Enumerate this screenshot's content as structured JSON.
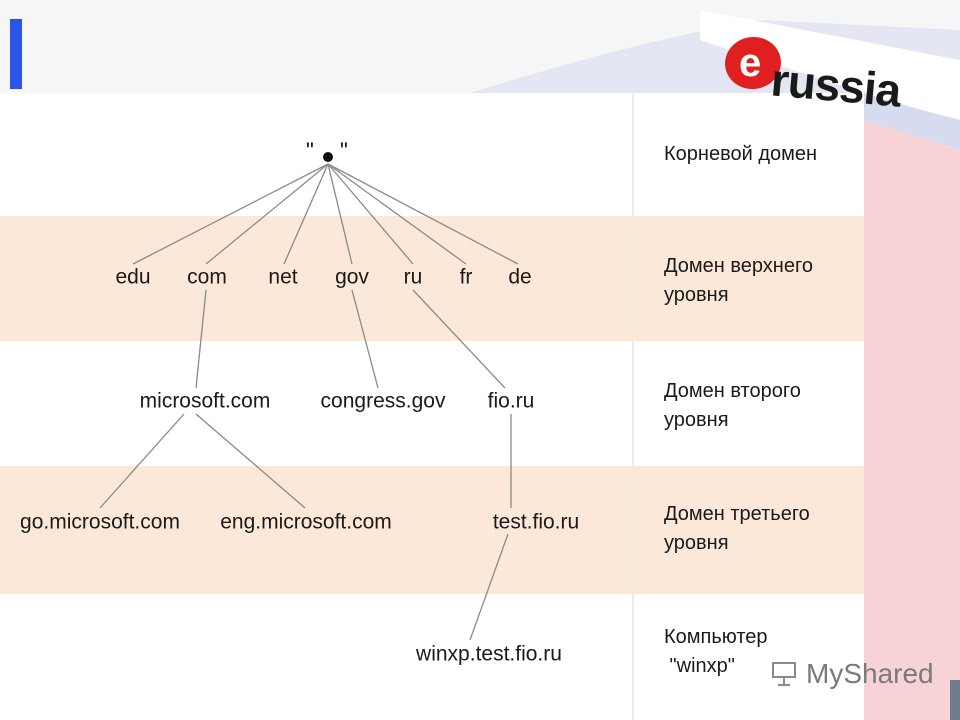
{
  "root": {
    "label": "\" . \""
  },
  "levels": [
    {
      "id": "root",
      "label": "Корневой домен"
    },
    {
      "id": "tld",
      "label": "Домен верхнего\nуровня"
    },
    {
      "id": "second",
      "label": "Домен второго\nуровня"
    },
    {
      "id": "third",
      "label": "Домен третьего\nуровня"
    },
    {
      "id": "computer",
      "label": "Компьютер\n \"winxp\""
    }
  ],
  "nodes": {
    "edu": "edu",
    "com": "com",
    "net": "net",
    "gov": "gov",
    "ru": "ru",
    "fr": "fr",
    "de": "de",
    "microsoft": "microsoft.com",
    "congress": "congress.gov",
    "fio": "fio.ru",
    "go_ms": "go.microsoft.com",
    "eng_ms": "eng.microsoft.com",
    "test_fio": "test.fio.ru",
    "winxp": "winxp.test.fio.ru"
  },
  "branding": {
    "logo_text": "russia",
    "logo_letter": "e",
    "watermark": "MyShared"
  },
  "colors": {
    "band_peach": "#fbe8d8",
    "accent_blue": "#2a54e8",
    "logo_red": "#e02020",
    "lines": "#8a8a8a"
  }
}
